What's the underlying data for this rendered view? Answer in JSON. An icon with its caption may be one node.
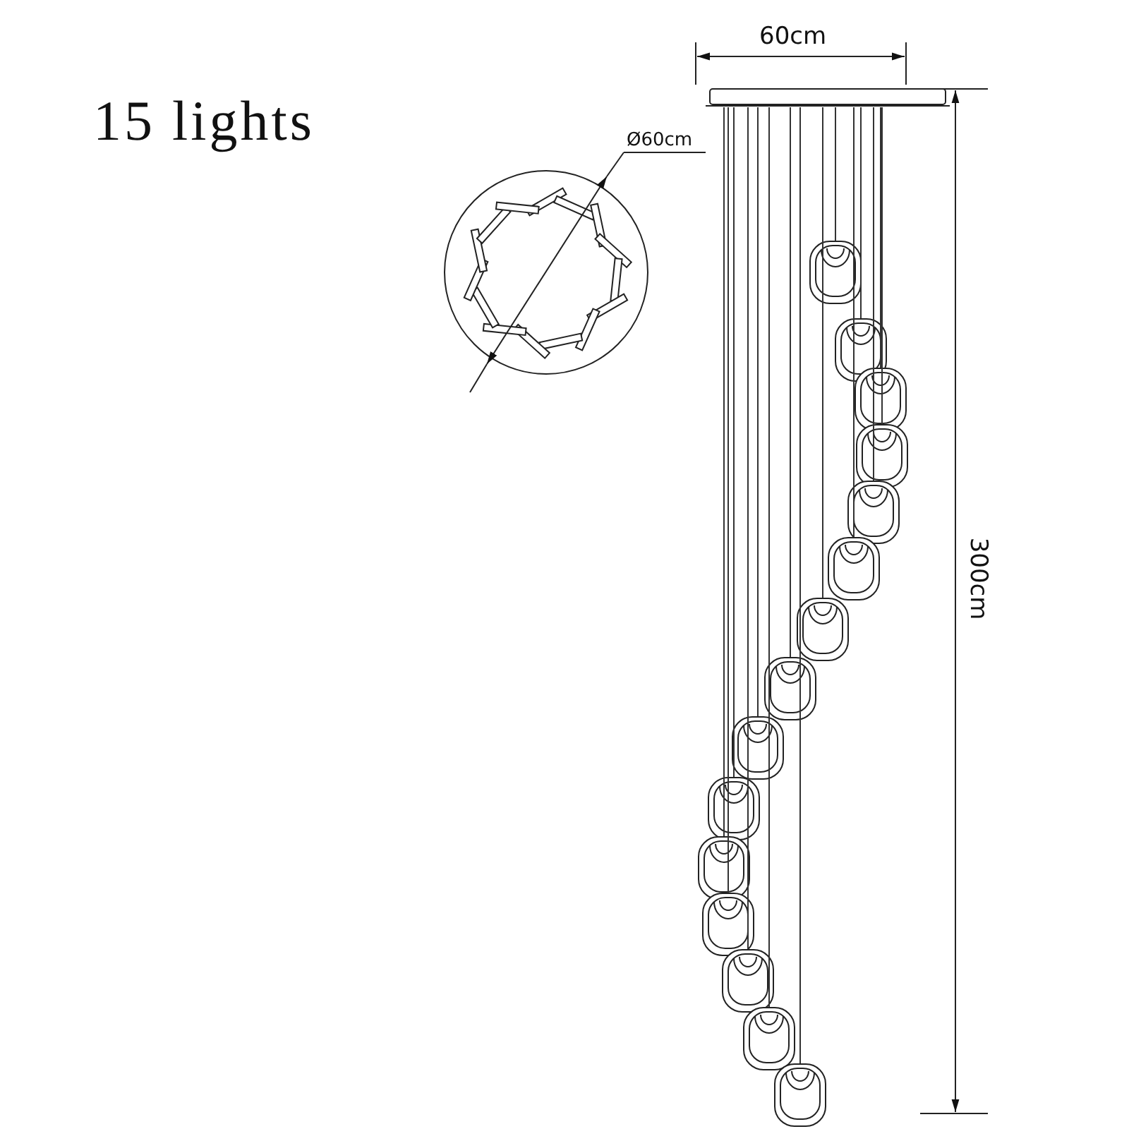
{
  "diagram": {
    "title": "15 lights",
    "labels": [
      "Ø60cm",
      "60cm",
      "300cm"
    ]
  }
}
